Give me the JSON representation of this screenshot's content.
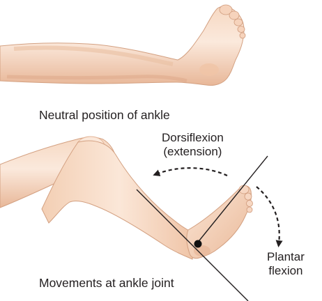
{
  "captions": {
    "neutral": "Neutral position of ankle",
    "movements": "Movements at ankle joint"
  },
  "labels": {
    "dorsiflexion": "Dorsiflexion",
    "dorsiflexion_sub": "(extension)",
    "plantar": "Plantar",
    "plantar_sub": "flexion"
  },
  "colors": {
    "skin_light": "#f9e3d2",
    "skin_mid": "#f0c7aa",
    "skin_shadow": "#d9a383",
    "outline": "#c99577",
    "ink": "#231f20"
  }
}
